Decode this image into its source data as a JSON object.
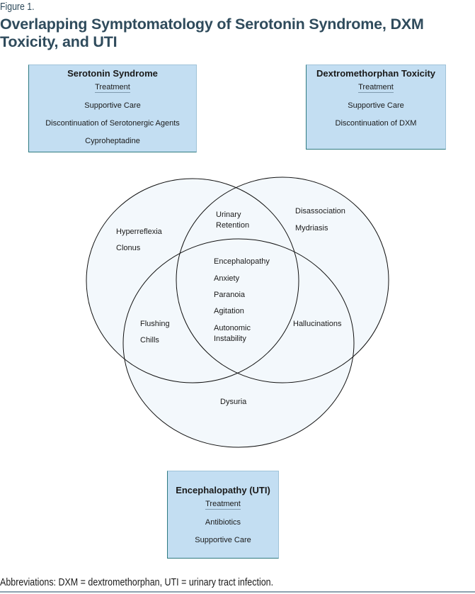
{
  "figure_label": "Figure 1.",
  "title": "Overlapping Symptomatology of Serotonin Syndrome, DXM Toxicity, and UTI",
  "colors": {
    "title": "#2f4b5c",
    "box_fill": "#c3def2",
    "box_border": "#2e7a80",
    "circle_fill": "#f3f8fc",
    "circle_stroke": "#111111"
  },
  "boxes": {
    "serotonin": {
      "title": "Serotonin Syndrome",
      "treatment_label": "Treatment",
      "items": [
        "Supportive Care",
        "Discontinuation of Serotonergic Agents",
        "Cyproheptadine"
      ]
    },
    "dxm": {
      "title": "Dextromethorphan Toxicity",
      "treatment_label": "Treatment",
      "items": [
        "Supportive Care",
        "Discontinuation of DXM"
      ]
    },
    "uti": {
      "title": "Encephalopathy (UTI)",
      "treatment_label": "Treatment",
      "items": [
        "Antibiotics",
        "Supportive Care"
      ]
    }
  },
  "venn": {
    "sets": [
      "Serotonin Syndrome",
      "Dextromethorphan Toxicity",
      "UTI"
    ],
    "regions": {
      "serotonin_only": [
        "Hyperreflexia",
        "Clonus"
      ],
      "dxm_only": [
        "Disassociation",
        "Mydriasis"
      ],
      "uti_only": [
        "Dysuria"
      ],
      "serotonin_dxm": [
        "Urinary",
        "Retention"
      ],
      "serotonin_uti": [
        "Flushing",
        "Chills"
      ],
      "dxm_uti": [
        "Hallucinations"
      ],
      "all_three": [
        "Encephalopathy",
        "Anxiety",
        "Paranoia",
        "Agitation",
        "Autonomic",
        "Instability"
      ]
    }
  },
  "abbreviations": "Abbreviations: DXM = dextromethorphan, UTI = urinary tract infection."
}
